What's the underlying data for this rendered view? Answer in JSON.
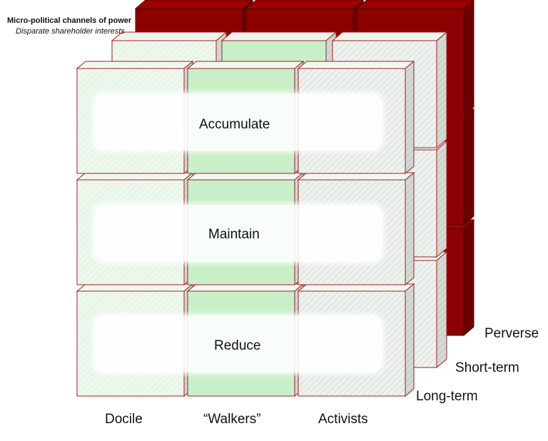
{
  "header": {
    "title": "Micro-political  channels of power",
    "subtitle": "Disparate shareholder interests"
  },
  "rows": [
    "Accumulate",
    "Maintain",
    "Reduce"
  ],
  "columns": [
    "Docile",
    "“Walkers”",
    "Activists"
  ],
  "depth_layers": [
    "Long-term",
    "Short-term",
    "Perverse"
  ],
  "colors": {
    "back_layer": "#8b0000",
    "back_layer_dark": "#6a0000",
    "front_border": "#a32020",
    "light_green": "#d9f2d9",
    "mid_green": "#c9efc9",
    "grey_face": "#dfe3df",
    "band": "#ffffff"
  }
}
